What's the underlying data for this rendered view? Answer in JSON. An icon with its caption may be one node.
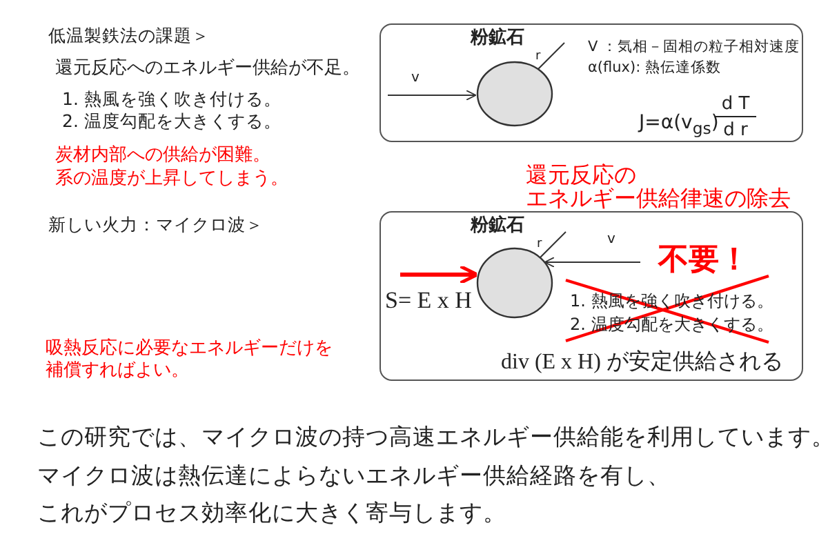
{
  "diagram": {
    "nodes": [
      {
        "text": [
          "V ：気相－固相の粒子相対速度",
          "α(flux): 熱伝達係数",
          "J=α(v$_{gs}$)",
          "d T",
          "d r"
        ]
      },
      {
        "text": [
          "粉鉱石"
        ],
        "in": 0,
        "beside": [
          "r"
        ]
      },
      {
        "text": [
          "不要！",
          "1. 熱風を強く吹き付ける。",
          "2. 温度勾配を大きくする。",
          "div (E x H) が安定供給される"
        ]
      },
      {
        "text": [
          "粉鉱石"
        ],
        "in": 2,
        "beside": [
          "r"
        ]
      }
    ],
    "edges": [
      {
        "from": null,
        "to": 1,
        "arrow": "to",
        "label": "v"
      },
      {
        "from": null,
        "to": 3,
        "arrow": "to",
        "label": "S= E x H",
        "style": "thick",
        "color": "#ff0000"
      },
      {
        "from": null,
        "to": 3,
        "arrow": "to",
        "label": "v"
      }
    ],
    "labels": [
      "低温製鉄法の課題＞",
      "還元反応へのエネルギー供給が不足。",
      "1. 熱風を強く吹き付ける。",
      "2. 温度勾配を大きくする。",
      "炭材内部への供給が困難。",
      "系の温度が上昇してしまう。",
      "還元反応の",
      "エネルギー供給律速の除去",
      "新しい火力：マイクロ波＞",
      "吸熱反応に必要なエネルギーだけを補償すればよい。",
      "この研究では、マイクロ波の持つ高速エネルギー供給能を利用しています。",
      "マイクロ波は熱伝達によらないエネルギー供給経路を有し、",
      "これがプロセス効率化に大きく寄与します。"
    ]
  }
}
